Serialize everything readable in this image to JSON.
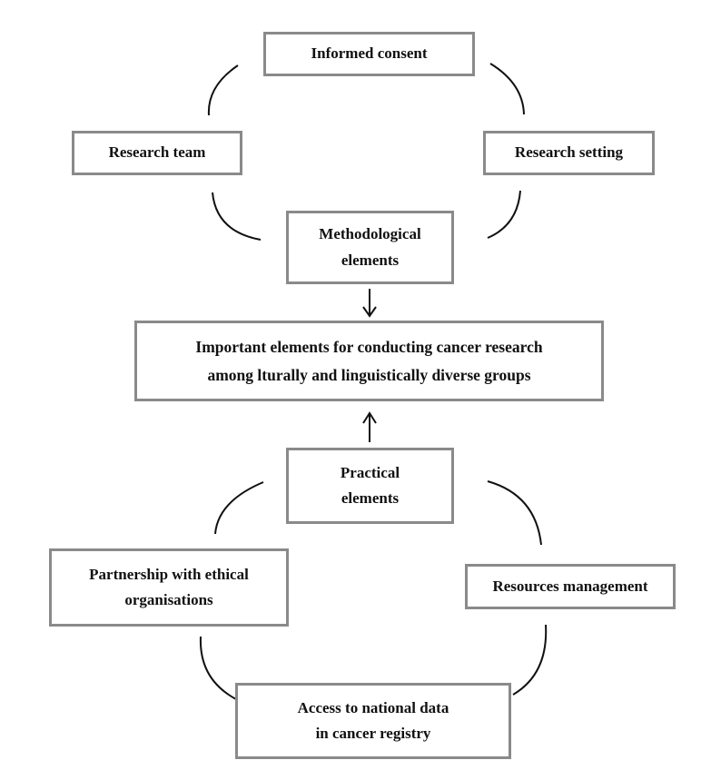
{
  "diagram": {
    "methodological_cluster": {
      "informed_consent": "Informed consent",
      "research_team": "Research team",
      "research_setting": "Research setting",
      "methodological_elements": [
        "Methodological",
        "elements"
      ]
    },
    "central": {
      "lines": [
        "Important elements for conducting cancer research",
        "among lturally and linguistically diverse groups"
      ]
    },
    "practical_cluster": {
      "practical_elements": [
        "Practical",
        "elements"
      ],
      "partnership": [
        "Partnership with ethical",
        "organisations"
      ],
      "resources_management": "Resources management",
      "access_national_data": [
        "Access to national data",
        "in cancer registry"
      ]
    }
  }
}
